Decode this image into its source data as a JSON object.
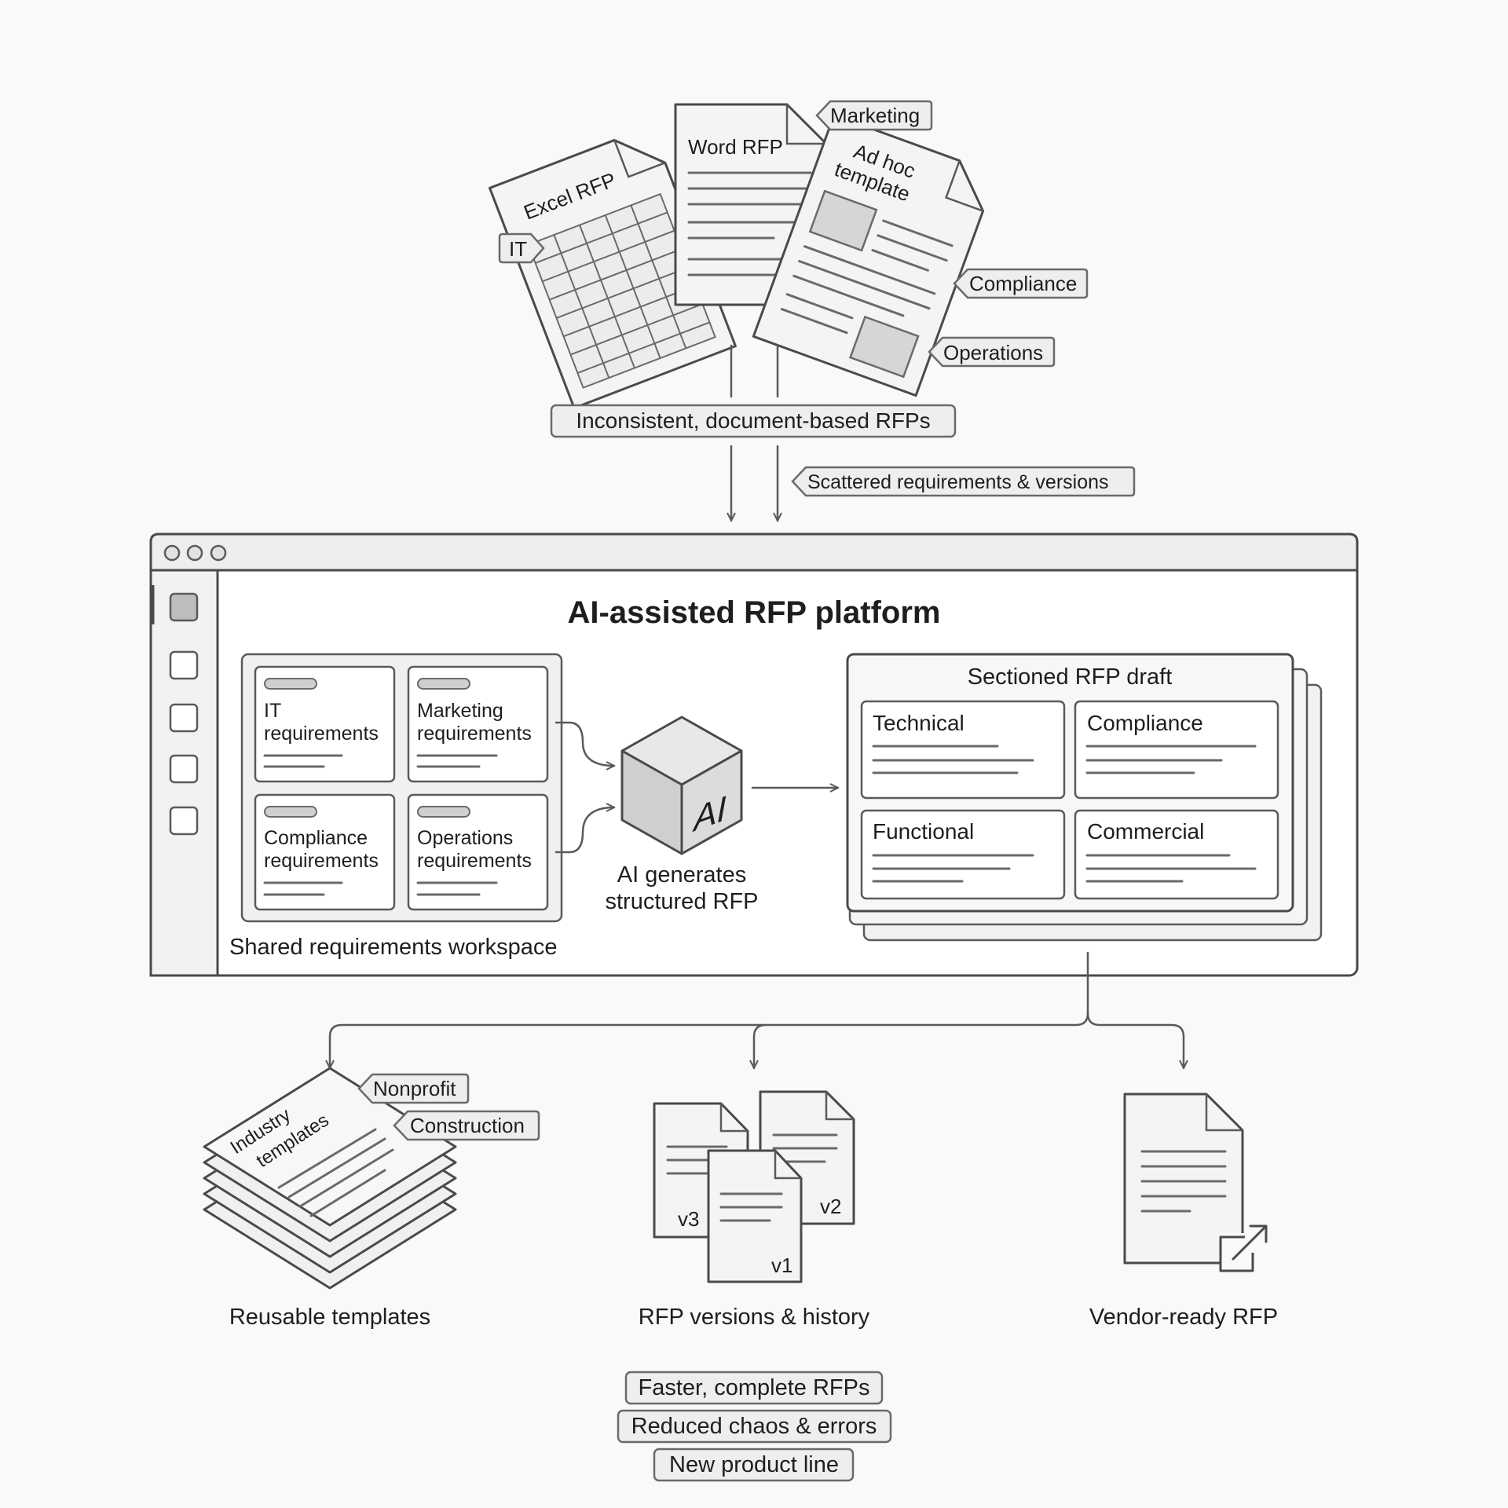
{
  "top_documents": {
    "excel": "Excel RFP",
    "word": "Word RFP",
    "adhoc_line1": "Ad hoc",
    "adhoc_line2": "template"
  },
  "top_tags": {
    "it": "IT",
    "marketing": "Marketing",
    "compliance": "Compliance",
    "operations": "Operations"
  },
  "problem_label": "Inconsistent, document-based RFPs",
  "scattered_label": "Scattered requirements & versions",
  "platform": {
    "title": "AI-assisted RFP platform",
    "workspace_label": "Shared requirements workspace",
    "cards": [
      {
        "line1": "IT",
        "line2": "requirements"
      },
      {
        "line1": "Marketing",
        "line2": "requirements"
      },
      {
        "line1": "Compliance",
        "line2": "requirements"
      },
      {
        "line1": "Operations",
        "line2": "requirements"
      }
    ],
    "ai_glyph": "AI",
    "ai_caption_line1": "AI generates",
    "ai_caption_line2": "structured RFP",
    "draft_title": "Sectioned RFP draft",
    "sections": [
      "Technical",
      "Compliance",
      "Functional",
      "Commercial"
    ]
  },
  "outputs": {
    "templates_label": "Reusable templates",
    "templates_doc_line1": "Industry",
    "templates_doc_line2": "templates",
    "template_tags": [
      "Nonprofit",
      "Construction"
    ],
    "versions_label": "RFP versions & history",
    "version_tags": [
      "v3",
      "v2",
      "v1"
    ],
    "vendor_label": "Vendor-ready RFP"
  },
  "outcomes": [
    "Faster, complete RFPs",
    "Reduced chaos & errors",
    "New product line"
  ]
}
